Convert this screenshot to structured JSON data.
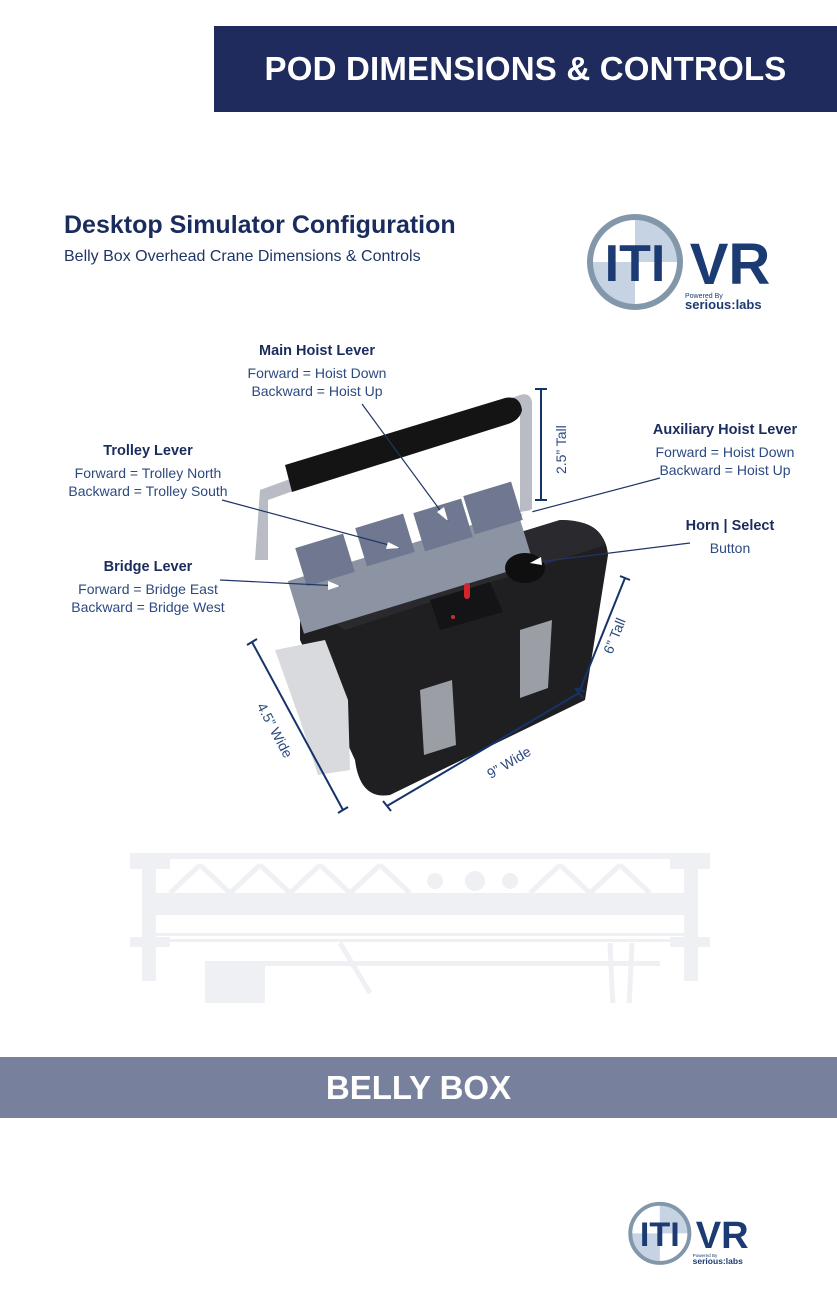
{
  "header": {
    "banner_title": "POD DIMENSIONS & CONTROLS",
    "banner_color": "#1f2b5c"
  },
  "intro": {
    "title": "Desktop Simulator Configuration",
    "subtitle": "Belly Box Overhead Crane Dimensions & Controls"
  },
  "logo": {
    "left": "ITI",
    "right": "VR",
    "powered_by": "Powered By",
    "brand": "serious:labs"
  },
  "controls": {
    "main_hoist": {
      "title": "Main Hoist Lever",
      "line1": "Forward = Hoist Down",
      "line2": "Backward = Hoist Up"
    },
    "trolley": {
      "title": "Trolley Lever",
      "line1": "Forward = Trolley North",
      "line2": "Backward = Trolley South"
    },
    "bridge": {
      "title": "Bridge Lever",
      "line1": "Forward = Bridge East",
      "line2": "Backward = Bridge West"
    },
    "aux_hoist": {
      "title": "Auxiliary Hoist Lever",
      "line1": "Forward = Hoist Down",
      "line2": "Backward = Hoist Up"
    },
    "horn": {
      "title": "Horn | Select",
      "line1": "Button"
    }
  },
  "dimensions": {
    "handle_height": "2.5” Tall",
    "box_height": "6” Tall",
    "box_length": "9” Wide",
    "box_width": "4.5” Wide"
  },
  "footer": {
    "banner_title": "BELLY BOX",
    "banner_color": "#77819d"
  }
}
